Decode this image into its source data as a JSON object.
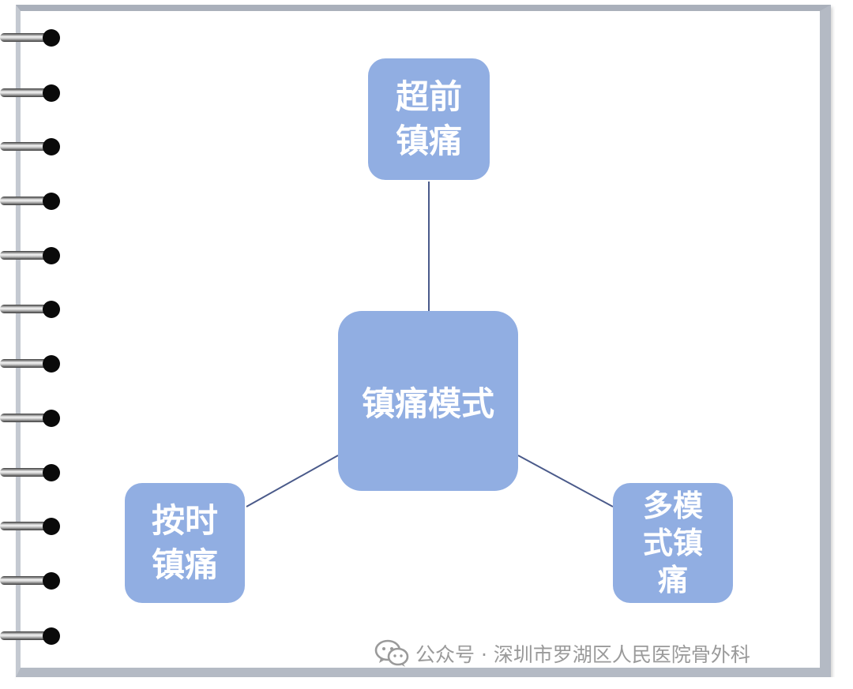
{
  "diagram": {
    "center": {
      "lines": [
        "镇痛模式"
      ]
    },
    "top": {
      "lines": [
        "超前",
        "镇痛"
      ]
    },
    "left": {
      "lines": [
        "按时",
        "镇痛"
      ]
    },
    "right": {
      "lines": [
        "多模",
        "式镇",
        "痛"
      ]
    }
  },
  "watermark": {
    "icon": "wechat-icon",
    "text": "公众号 · 深圳市罗湖区人民医院骨外科"
  },
  "colors": {
    "node_fill": "#91aee2",
    "node_text": "#ffffff",
    "connector": "#4a5a8a",
    "watermark_text": "#9a9a9a"
  }
}
